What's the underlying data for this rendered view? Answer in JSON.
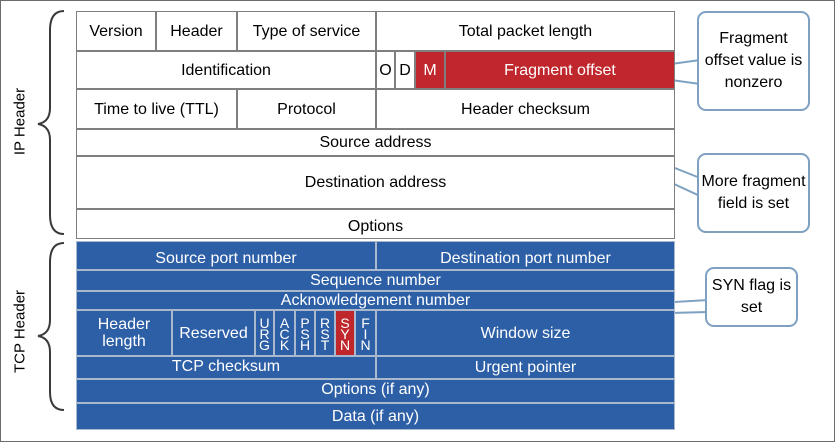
{
  "ip_header": {
    "label": "IP Header",
    "version": "Version",
    "header_length": "Header",
    "type_of_service": "Type of service",
    "total_packet_length": "Total packet length",
    "identification": "Identification",
    "flag_o": "O",
    "flag_d": "D",
    "flag_m": "M",
    "fragment_offset": "Fragment offset",
    "ttl": "Time to live (TTL)",
    "protocol": "Protocol",
    "header_checksum": "Header checksum",
    "source_address": "Source address",
    "destination_address": "Destination address",
    "options": "Options"
  },
  "tcp_header": {
    "label": "TCP Header",
    "source_port": "Source port number",
    "destination_port": "Destination port number",
    "sequence_number": "Sequence number",
    "ack_number": "Acknowledgement number",
    "header_length": "Header length",
    "reserved": "Reserved",
    "flags": [
      {
        "name": "URG",
        "letters": [
          "U",
          "R",
          "G"
        ]
      },
      {
        "name": "ACK",
        "letters": [
          "A",
          "C",
          "K"
        ]
      },
      {
        "name": "PSH",
        "letters": [
          "P",
          "S",
          "H"
        ]
      },
      {
        "name": "RST",
        "letters": [
          "R",
          "S",
          "T"
        ]
      },
      {
        "name": "SYN",
        "letters": [
          "S",
          "Y",
          "N"
        ]
      },
      {
        "name": "FIN",
        "letters": [
          "F",
          "I",
          "N"
        ]
      }
    ],
    "window_size": "Window size",
    "tcp_checksum": "TCP checksum",
    "urgent_pointer": "Urgent pointer",
    "options": "Options (if any)",
    "data": "Data (if any)"
  },
  "callouts": {
    "fragment_offset_nonzero": "Fragment offset value is nonzero",
    "more_fragment_set": "More fragment field is set",
    "syn_flag_set": "SYN flag is set"
  },
  "colors": {
    "ip_fill": "#ffffff",
    "tcp_fill": "#2d5fa6",
    "highlight": "#c0272d",
    "callout_border": "#7ea1c2"
  }
}
